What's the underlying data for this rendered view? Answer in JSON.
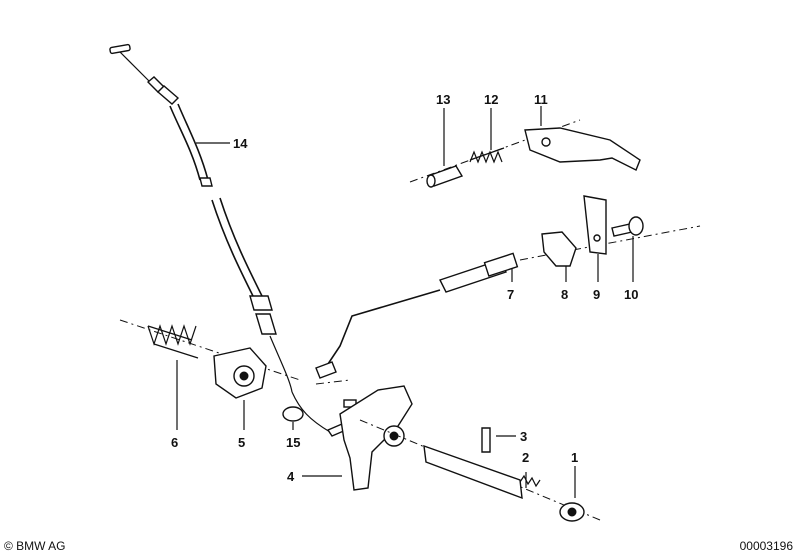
{
  "footer": {
    "copyright": "© BMW AG",
    "document_number": "00003196"
  },
  "callouts": {
    "p1": "1",
    "p2": "2",
    "p3": "3",
    "p4": "4",
    "p5": "5",
    "p6": "6",
    "p7": "7",
    "p8": "8",
    "p9": "9",
    "p10": "10",
    "p11": "11",
    "p12": "12",
    "p13": "13",
    "p14": "14",
    "p15": "15"
  }
}
